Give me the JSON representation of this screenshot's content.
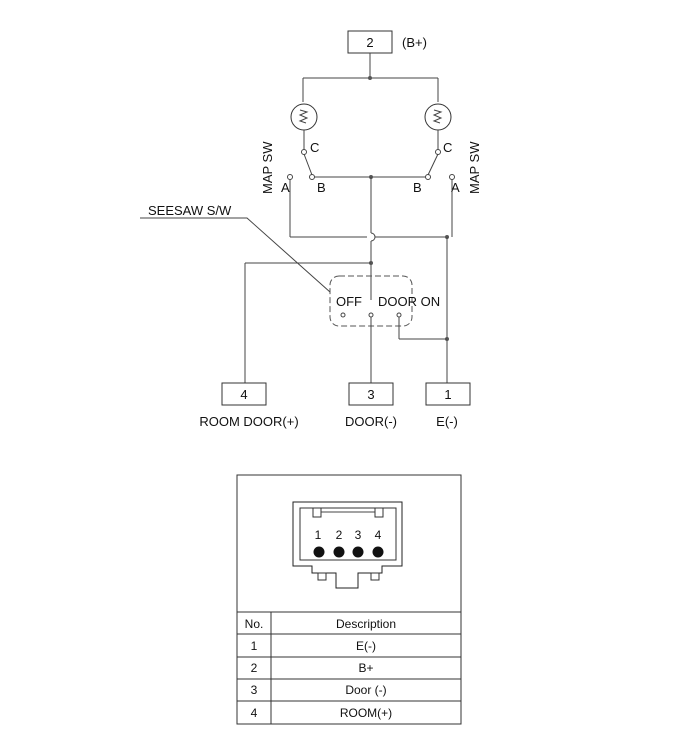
{
  "circuit": {
    "terminal_top": {
      "number": "2",
      "label": "(B+)"
    },
    "map_sw_label": "MAP SW",
    "switch_contacts": {
      "a": "A",
      "b": "B",
      "c": "C"
    },
    "seesaw_label": "SEESAW S/W",
    "seesaw_off": "OFF",
    "seesaw_door_on": "DOOR ON",
    "terminals_bottom": [
      {
        "number": "4",
        "label": "ROOM DOOR(+)"
      },
      {
        "number": "3",
        "label": "DOOR(-)"
      },
      {
        "number": "1",
        "label": "E(-)"
      }
    ]
  },
  "connector": {
    "pins": [
      "1",
      "2",
      "3",
      "4"
    ],
    "headers": {
      "no": "No.",
      "description": "Description"
    },
    "rows": [
      {
        "no": "1",
        "description": "E(-)"
      },
      {
        "no": "2",
        "description": "B+"
      },
      {
        "no": "3",
        "description": "Door (-)"
      },
      {
        "no": "4",
        "description": "ROOM(+)"
      }
    ]
  }
}
